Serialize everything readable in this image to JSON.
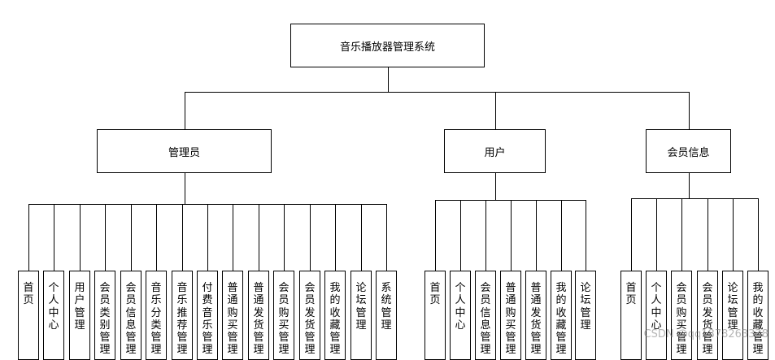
{
  "root": {
    "label": "音乐播放器管理系统"
  },
  "groups": [
    {
      "label": "管理员",
      "items": [
        "首页",
        "个人中心",
        "用户管理",
        "会员类别管理",
        "会员信息管理",
        "音乐分类管理",
        "音乐推荐管理",
        "付费音乐管理",
        "普通购买管理",
        "普通发货管理",
        "会员购买管理",
        "会员发货管理",
        "我的收藏管理",
        "论坛管理",
        "系统管理"
      ]
    },
    {
      "label": "用户",
      "items": [
        "首页",
        "个人中心",
        "会员信息管理",
        "普通购买管理",
        "普通发货管理",
        "我的收藏管理",
        "论坛管理"
      ]
    },
    {
      "label": "会员信息",
      "items": [
        "首页",
        "个人中心",
        "会员购买管理",
        "会员发货管理",
        "论坛管理",
        "我的收藏管理"
      ]
    }
  ],
  "watermark": "CSDN @qq1878263338"
}
